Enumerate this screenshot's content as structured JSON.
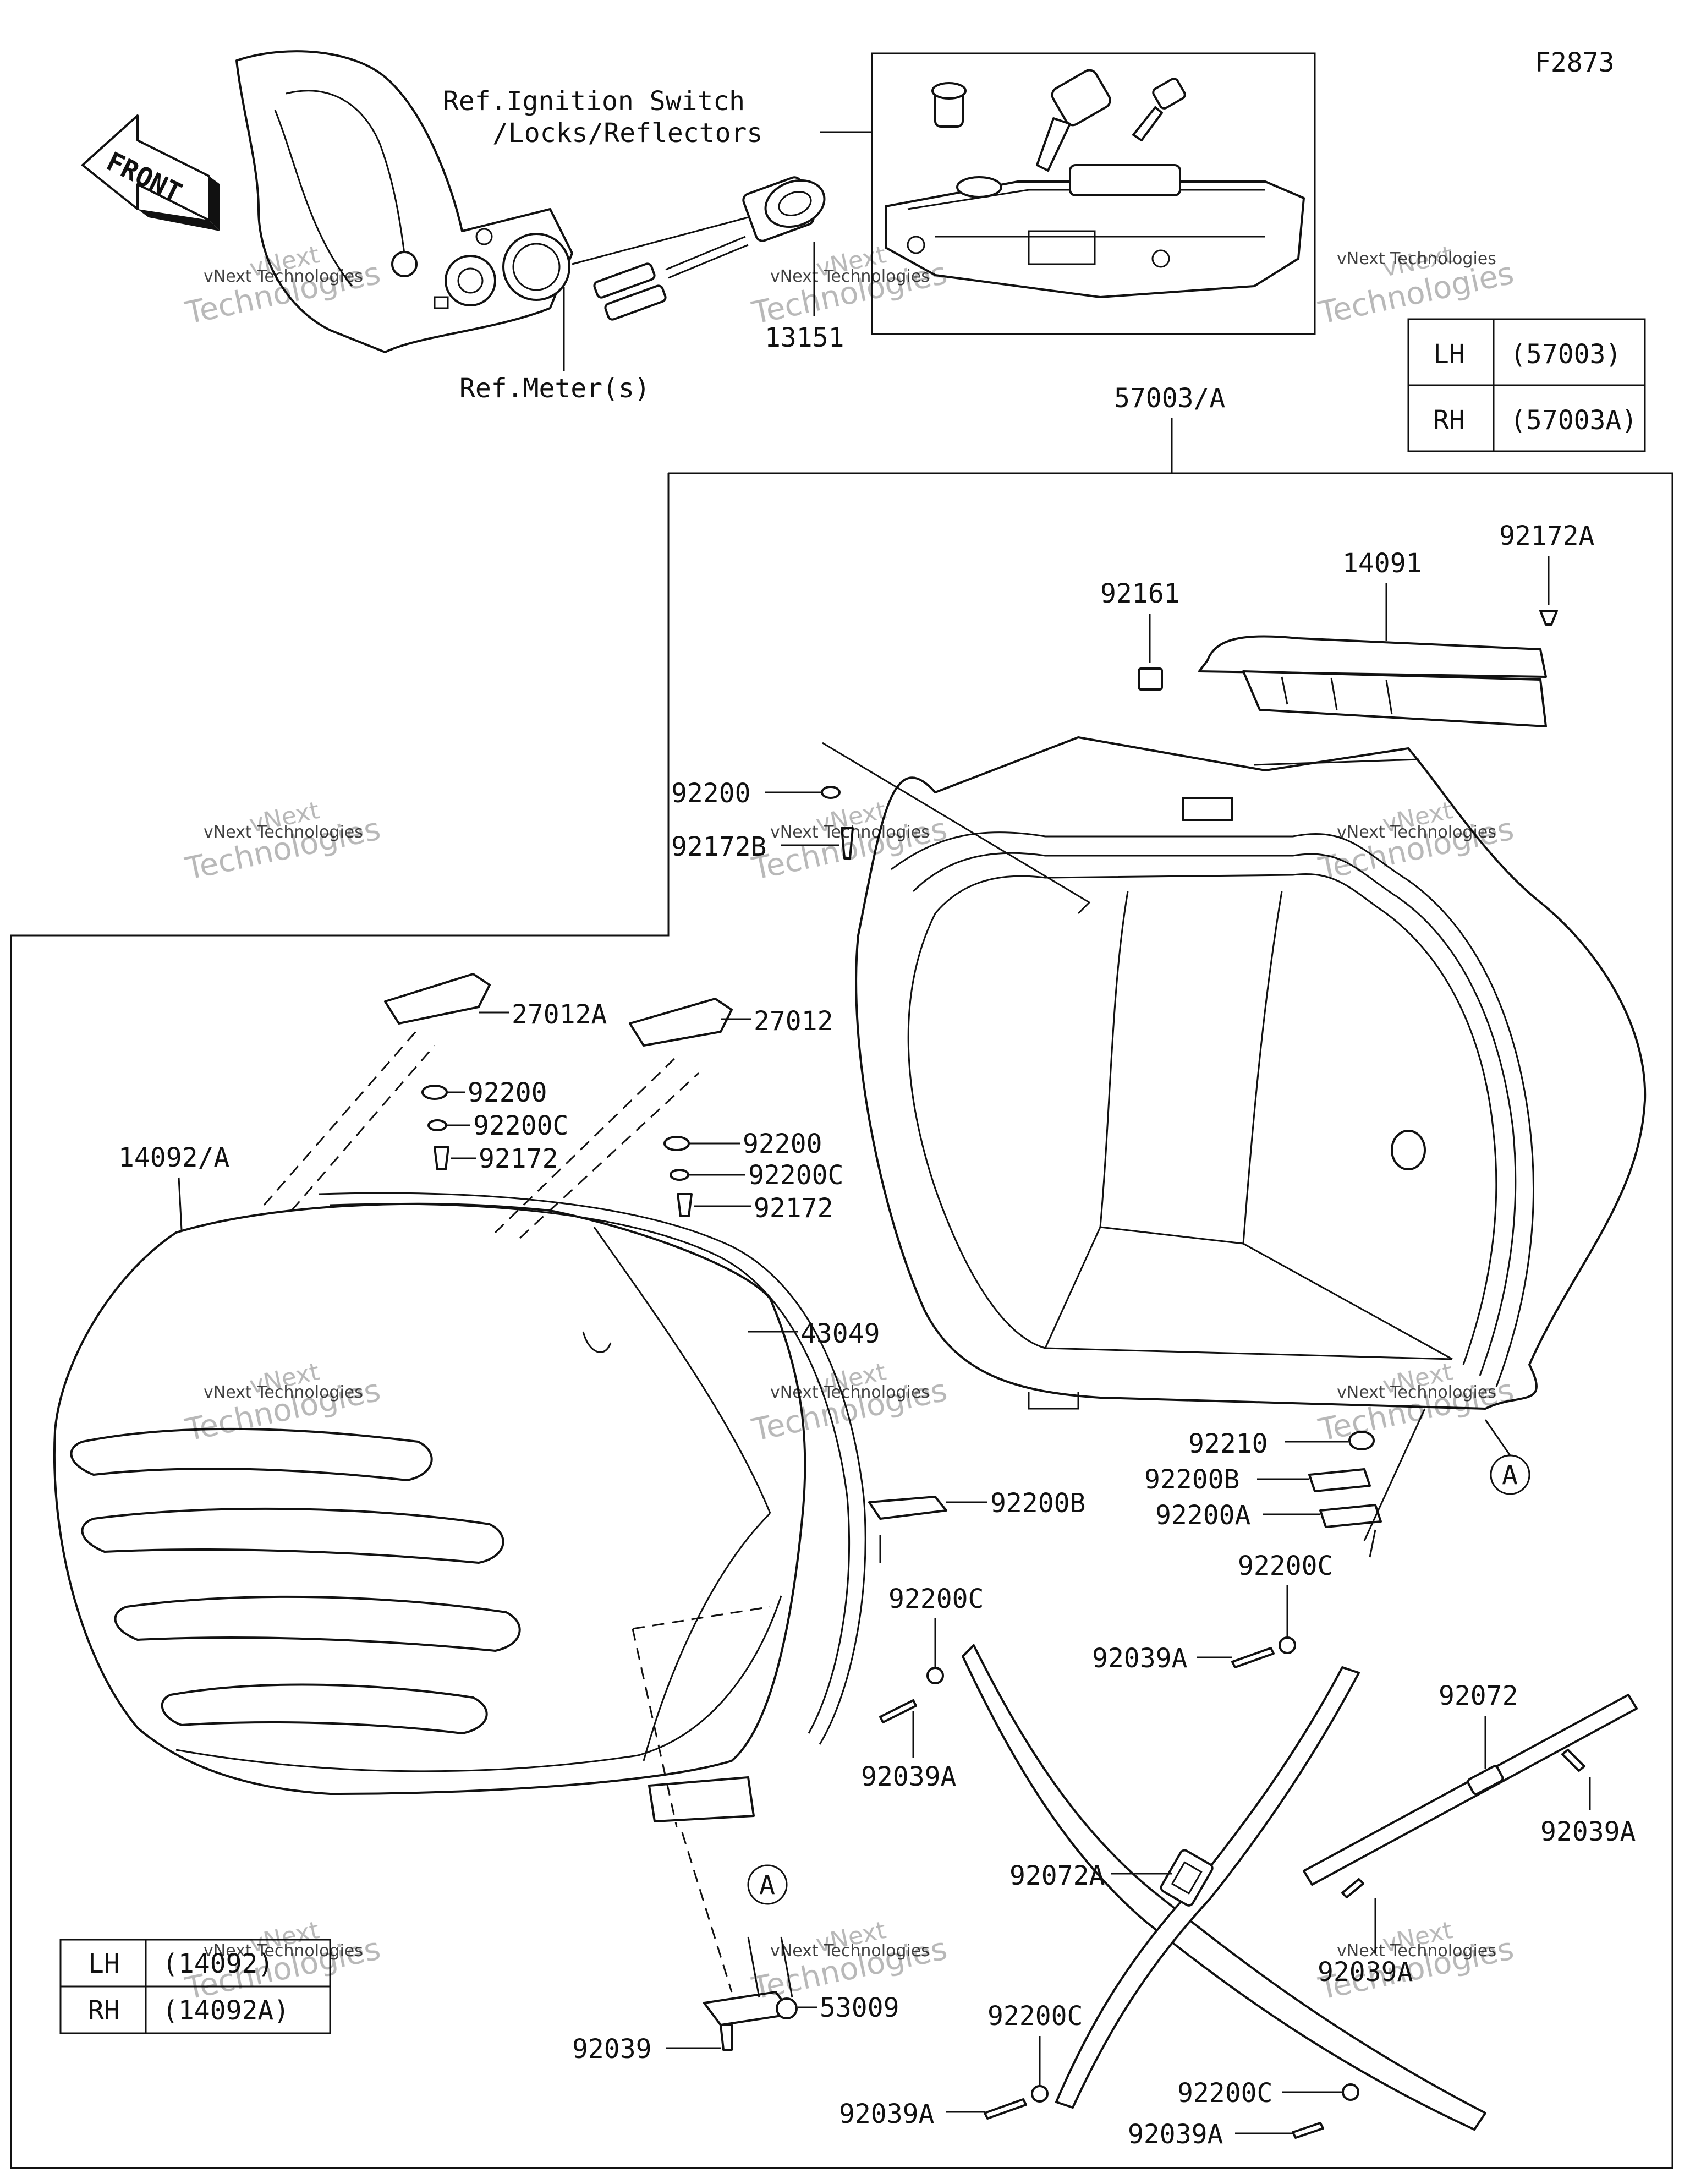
{
  "figure_code": "F2873",
  "front_arrow": "FRONT",
  "watermark": {
    "line1": "vNext",
    "line2": "Technologies",
    "caption": "vNext Technologies"
  },
  "refs": {
    "ignition_line1": "Ref.Ignition Switch",
    "ignition_line2": "/Locks/Reflectors",
    "meters": "Ref.Meter(s)"
  },
  "callout_marker": "A",
  "tables": {
    "top": [
      {
        "side": "LH",
        "part": "(57003)"
      },
      {
        "side": "RH",
        "part": "(57003A)"
      }
    ],
    "bottom": [
      {
        "side": "LH",
        "part": "(14092)"
      },
      {
        "side": "RH",
        "part": "(14092A)"
      }
    ]
  },
  "parts": {
    "p13151": "13151",
    "p57003": "57003/A",
    "p14091": "14091",
    "p92172A": "92172A",
    "p92161": "92161",
    "p92200_top": "92200",
    "p92172B": "92172B",
    "p27012A": "27012A",
    "p27012": "27012",
    "p92200_l": "92200",
    "p92200C_l": "92200C",
    "p92172_l": "92172",
    "p92200_r": "92200",
    "p92200C_r": "92200C",
    "p92172_r": "92172",
    "p14092A": "14092/A",
    "p43049": "43049",
    "p92200B_mid": "92200B",
    "p92210": "92210",
    "p92200B_r": "92200B",
    "p92200A": "92200A",
    "p92200C_a": "92200C",
    "p92039A_a": "92039A",
    "p92200C_b": "92200C",
    "p92039A_b": "92039A",
    "p92072": "92072",
    "p92039A_c": "92039A",
    "p92072A": "92072A",
    "p92039A_d": "92039A",
    "p53009": "53009",
    "p92039": "92039",
    "p92200C_c": "92200C",
    "p92039A_e": "92039A",
    "p92200C_d": "92200C",
    "p92039A_f": "92039A"
  }
}
